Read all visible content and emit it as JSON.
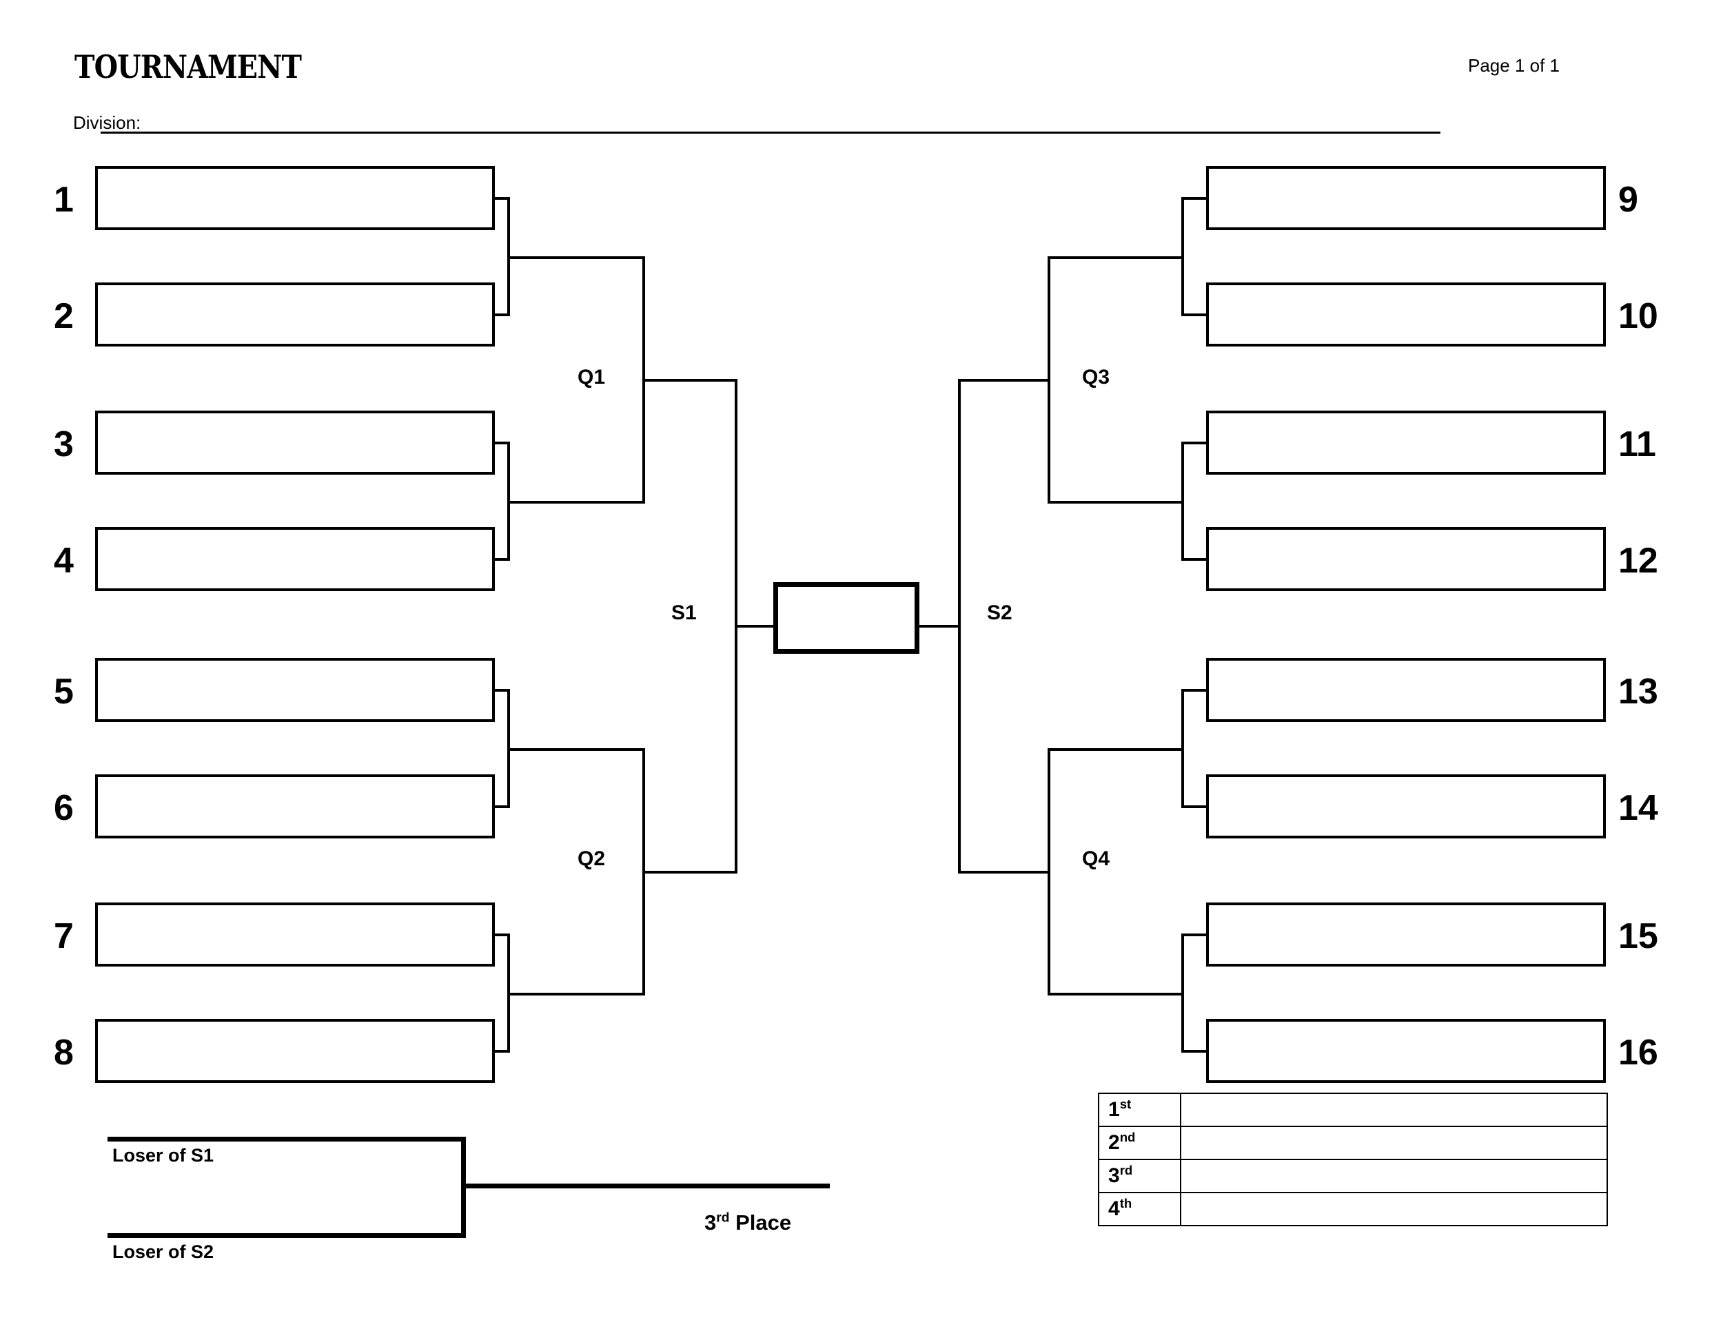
{
  "header": {
    "title": "TOURNAMENT",
    "page_indicator": "Page 1 of 1",
    "division_label": "Division:",
    "division_value": ""
  },
  "bracket": {
    "left_seeds": [
      "1",
      "2",
      "3",
      "4",
      "5",
      "6",
      "7",
      "8"
    ],
    "right_seeds": [
      "9",
      "10",
      "11",
      "12",
      "13",
      "14",
      "15",
      "16"
    ],
    "quarter_labels": [
      "Q1",
      "Q2",
      "Q3",
      "Q4"
    ],
    "semi_labels": [
      "S1",
      "S2"
    ],
    "final_slot_value": "",
    "slot_values": [
      "",
      "",
      "",
      "",
      "",
      "",
      "",
      "",
      "",
      "",
      "",
      "",
      "",
      "",
      "",
      ""
    ]
  },
  "third_place": {
    "loser_s1_label": "Loser of S1",
    "loser_s2_label": "Loser of S2",
    "title_number": "3",
    "title_ordinal": "rd",
    "title_suffix": " Place"
  },
  "placement_table": {
    "rows": [
      {
        "number": "1",
        "ordinal": "st",
        "value": ""
      },
      {
        "number": "2",
        "ordinal": "nd",
        "value": ""
      },
      {
        "number": "3",
        "ordinal": "rd",
        "value": ""
      },
      {
        "number": "4",
        "ordinal": "th",
        "value": ""
      }
    ]
  },
  "colors": {
    "ink": "#000000",
    "paper": "#ffffff"
  }
}
